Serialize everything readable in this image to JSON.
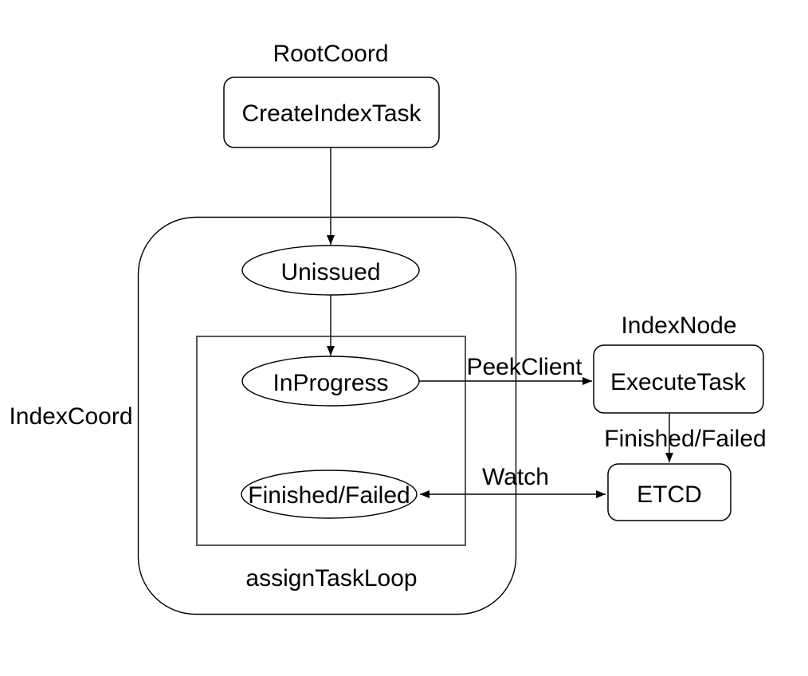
{
  "diagram": {
    "groups": {
      "root_coord_label": "RootCoord",
      "index_coord_label": "IndexCoord",
      "index_node_label": "IndexNode",
      "assign_task_loop_label": "assignTaskLoop"
    },
    "nodes": {
      "create_index_task": "CreateIndexTask",
      "unissued": "Unissued",
      "in_progress": "InProgress",
      "finished_failed": "Finished/Failed",
      "execute_task": "ExecuteTask",
      "etcd": "ETCD"
    },
    "edges": {
      "peek_client": "PeekClient",
      "finished_failed": "Finished/Failed",
      "watch": "Watch"
    },
    "colors": {
      "stroke": "#000000",
      "loop_stroke": "#595959",
      "background": "#ffffff",
      "text": "#000000"
    }
  }
}
